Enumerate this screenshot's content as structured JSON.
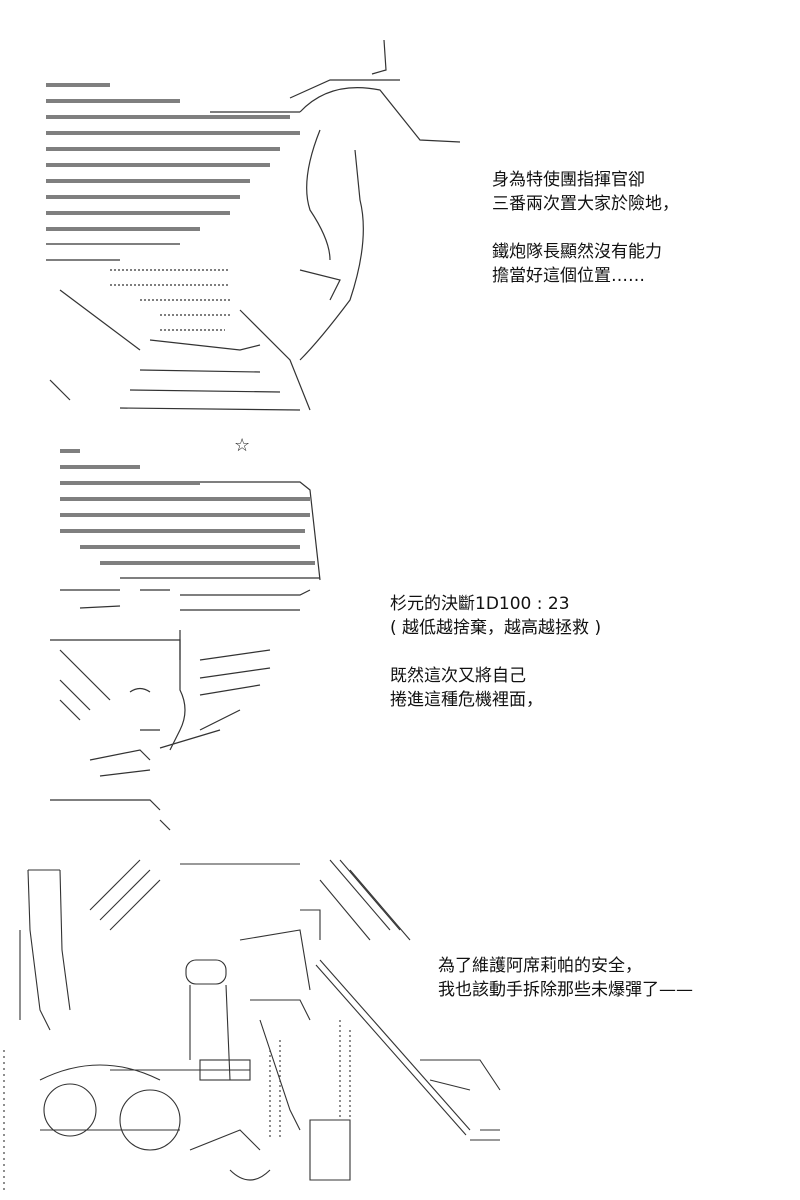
{
  "panel1": {
    "caption": [
      "身為特使團指揮官卻",
      "三番兩次置大家於險地，",
      "",
      "鐵炮隊長顯然沒有能力",
      "擔當好這個位置……"
    ]
  },
  "panel2": {
    "caption": [
      "杉元的決斷1D100 : 23",
      "( 越低越捨棄，越高越拯救 )",
      "",
      "既然這次又將自己",
      "捲進這種危機裡面，"
    ],
    "star": "☆"
  },
  "panel3": {
    "caption": [
      "為了維護阿席莉帕的安全，",
      "我也該動手拆除那些未爆彈了——"
    ]
  }
}
